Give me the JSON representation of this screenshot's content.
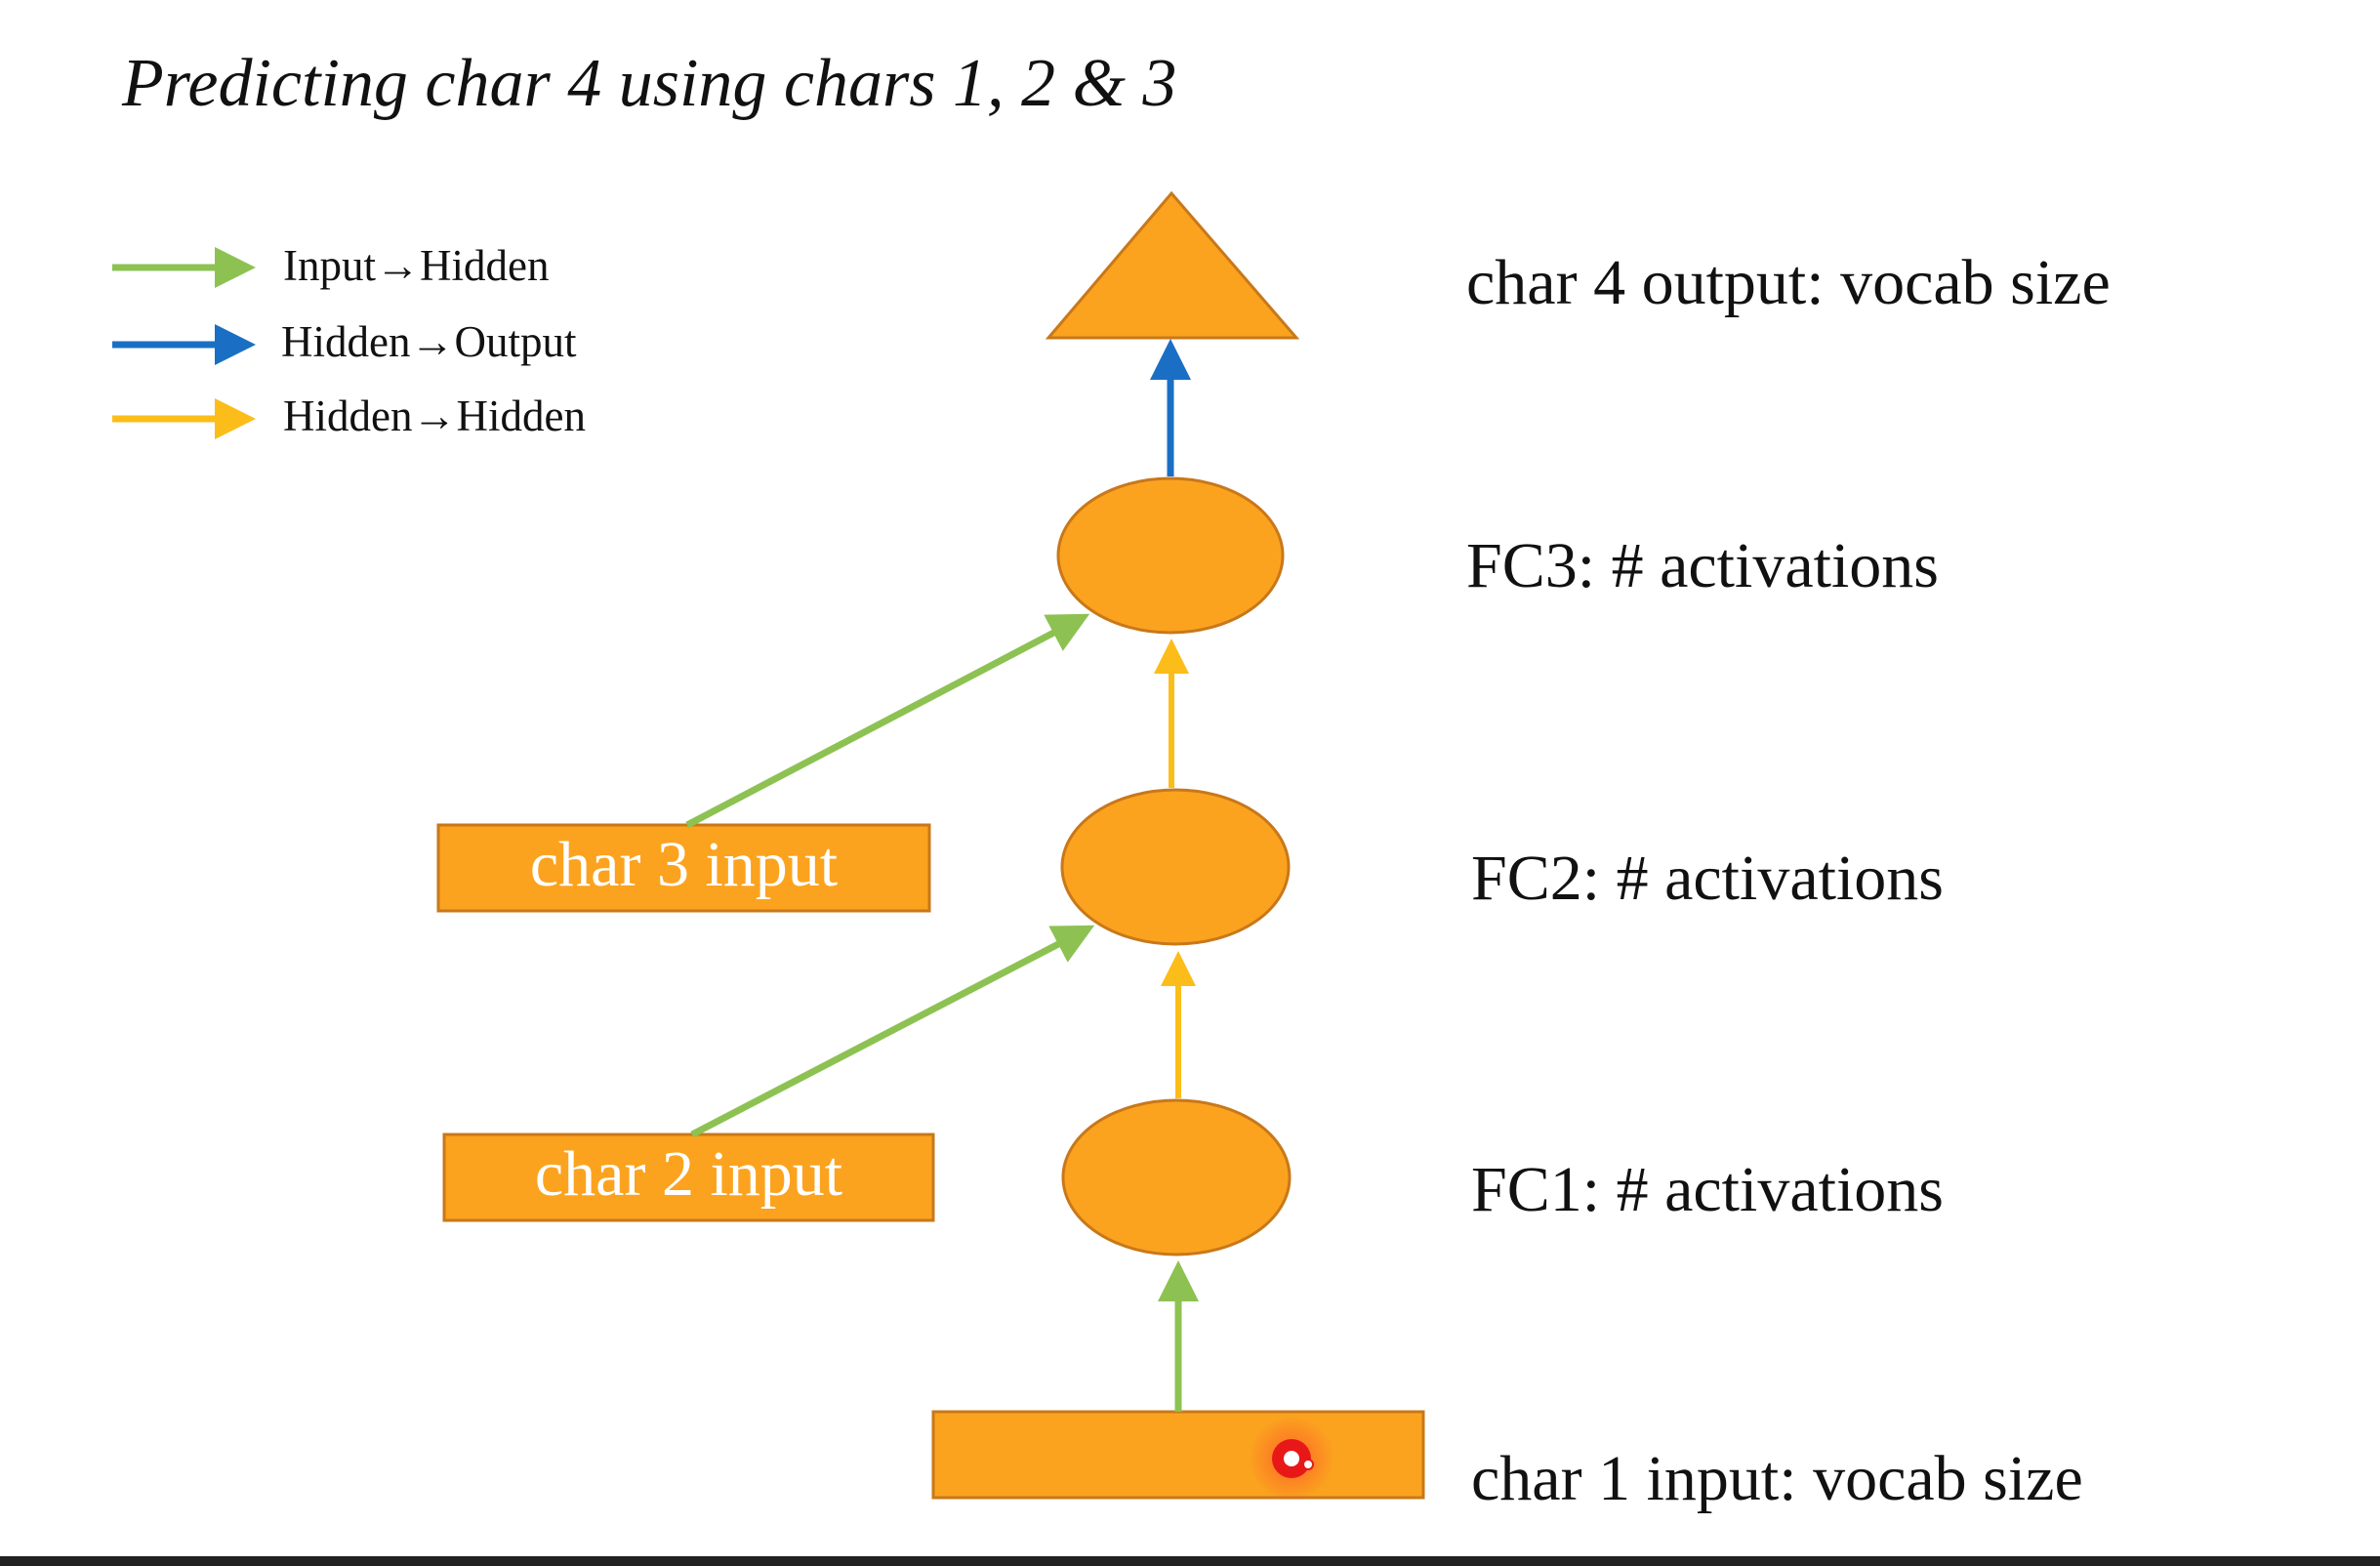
{
  "title": "Predicting char 4 using chars 1, 2 & 3",
  "legend": [
    {
      "label": "Input→Hidden",
      "color": "#8dc253"
    },
    {
      "label": "Hidden→Output",
      "color": "#1a6fc4"
    },
    {
      "label": "Hidden→Hidden",
      "color": "#fcbd1a"
    }
  ],
  "inputs": {
    "char3": "char 3 input",
    "char2": "char 2 input"
  },
  "labels": {
    "output": "char 4 output: vocab size",
    "fc3": "FC3: # activations",
    "fc2": "FC2: # activations",
    "fc1": "FC1: # activations",
    "char1": "char 1 input: vocab size"
  },
  "colors": {
    "shape_fill": "#fba31f",
    "shape_stroke": "#c8781a",
    "cursor": "#e81818"
  }
}
